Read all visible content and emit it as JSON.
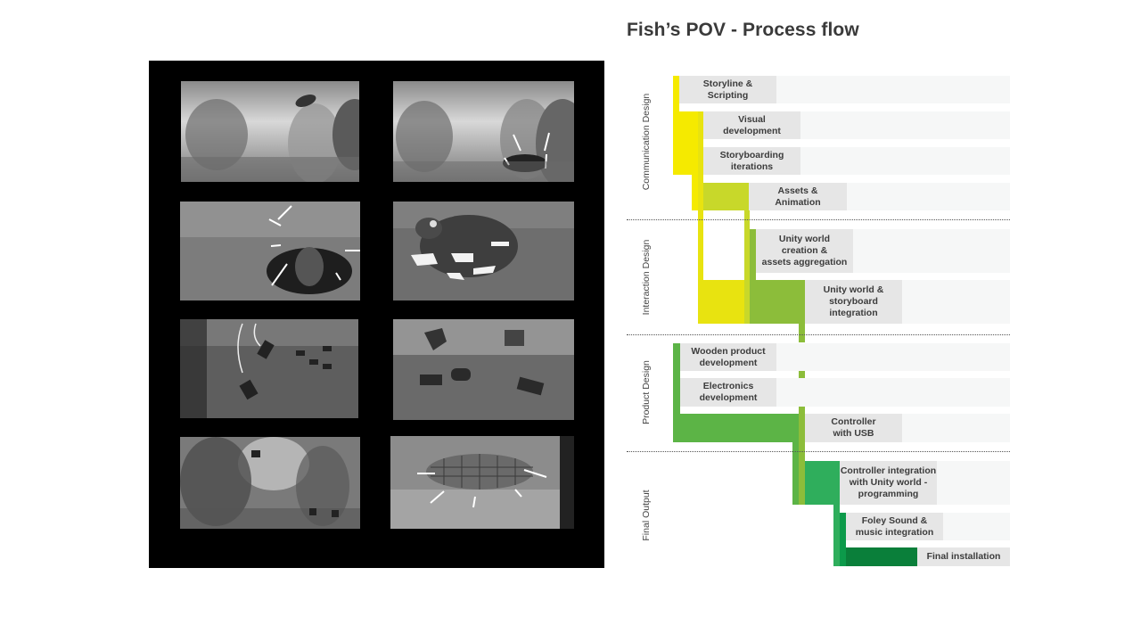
{
  "title": "Fish’s POV - Process flow",
  "storyboard": {
    "panels": [
      {
        "scene": "underwater-landscape-falling-tire"
      },
      {
        "scene": "tire-landing-impact"
      },
      {
        "scene": "creature-in-tire"
      },
      {
        "scene": "turtle-with-plastic-shards"
      },
      {
        "scene": "cans-sinking"
      },
      {
        "scene": "cans-on-seabed"
      },
      {
        "scene": "coral-reef-with-debris"
      },
      {
        "scene": "fish-caught-in-net"
      }
    ]
  },
  "sections": [
    {
      "label": "Communication Design"
    },
    {
      "label": "Interaction Design"
    },
    {
      "label": "Product Design"
    },
    {
      "label": "Final Output"
    }
  ],
  "steps": [
    {
      "label": "Storyline &\nScripting",
      "section": "Communication Design"
    },
    {
      "label": "Visual\ndevelopment",
      "section": "Communication Design"
    },
    {
      "label": "Storyboarding\niterations",
      "section": "Communication Design"
    },
    {
      "label": "Assets &\nAnimation",
      "section": "Communication Design"
    },
    {
      "label": "Unity world\ncreation &\nassets aggregation",
      "section": "Interaction Design"
    },
    {
      "label": "Unity world &\nstoryboard\nintegration",
      "section": "Interaction Design"
    },
    {
      "label": "Wooden product\ndevelopment",
      "section": "Product Design"
    },
    {
      "label": "Electronics\ndevelopment",
      "section": "Product Design"
    },
    {
      "label": "Controller\nwith USB",
      "section": "Product Design"
    },
    {
      "label": "Controller integration\nwith Unity world -\nprogramming",
      "section": "Final Output"
    },
    {
      "label": "Foley Sound &\nmusic integration",
      "section": "Final Output"
    },
    {
      "label": "Final installation",
      "section": "Final Output"
    }
  ],
  "colors": {
    "yellow": "#f5ea00",
    "yellow_dim": "#e8e310",
    "lime": "#c8d82a",
    "yellowgreen": "#8cbd3a",
    "green": "#5cb446",
    "emerald": "#2fae5c",
    "green_bright": "#0c9a4a",
    "green_dark": "#0a7f3a",
    "label_bg": "#e6e6e6",
    "row_bg": "#f6f7f7"
  }
}
